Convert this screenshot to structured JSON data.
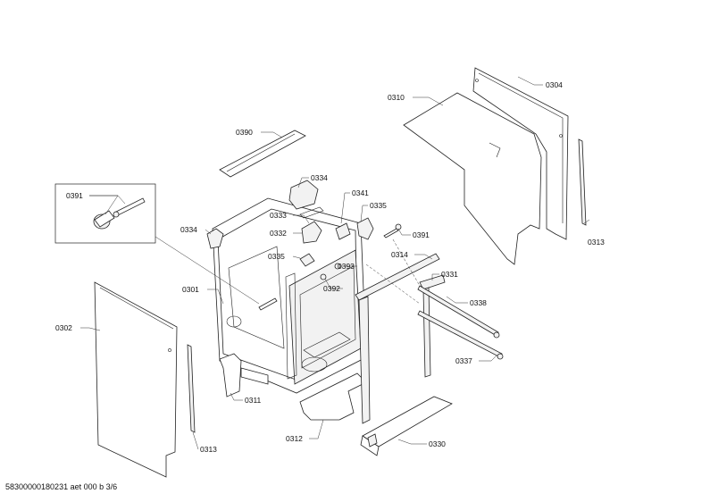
{
  "labels": {
    "p0304": "0304",
    "p0310": "0310",
    "p0313_right": "0313",
    "p0390": "0390",
    "p0334_top": "0334",
    "p0341": "0341",
    "p0391_box": "0391",
    "p0333": "0333",
    "p0335_top": "0335",
    "p0332": "0332",
    "p0391_right": "0391",
    "p0334_left": "0334",
    "p0335_mid": "0335",
    "p0314": "0314",
    "p0393": "0393",
    "p0331": "0331",
    "p0392": "0392",
    "p0301": "0301",
    "p0338": "0338",
    "p0302": "0302",
    "p0337": "0337",
    "p0311": "0311",
    "p0312": "0312",
    "p0330": "0330",
    "p0313_left": "0313"
  },
  "footer": "58300000180231 aet 000 b 3/6"
}
